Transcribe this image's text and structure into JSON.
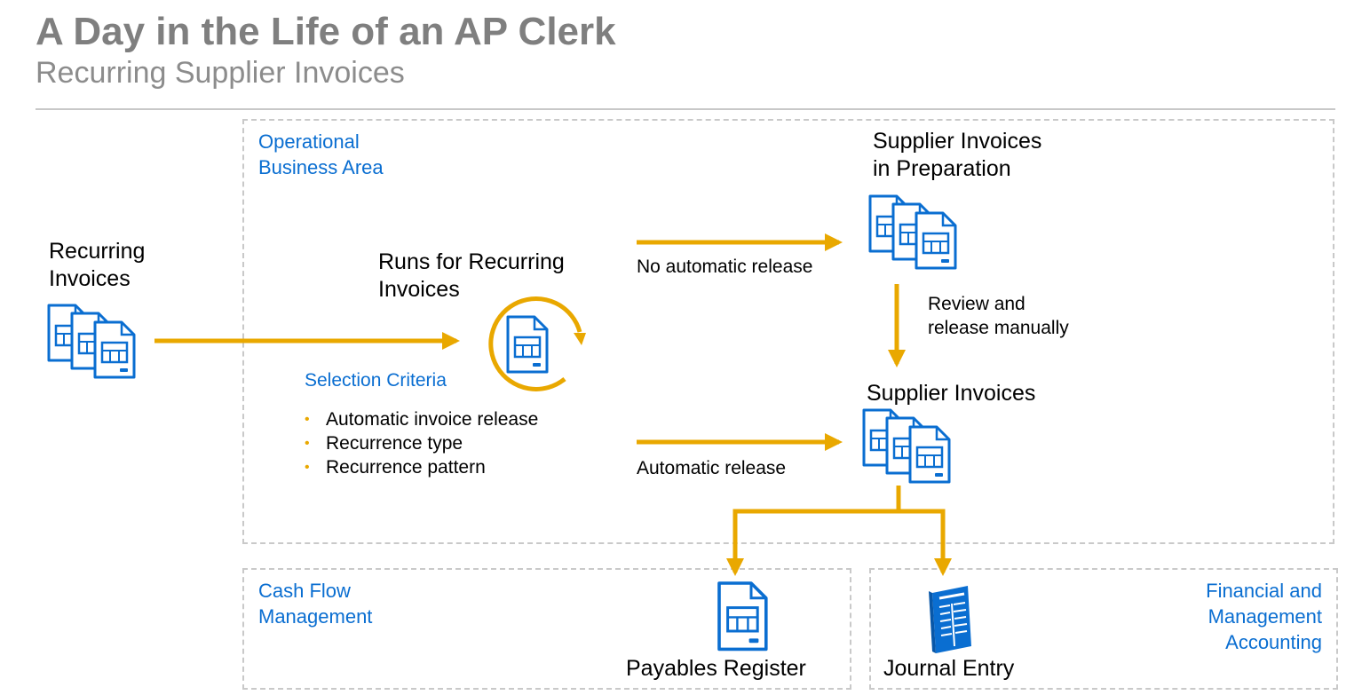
{
  "header": {
    "title": "A Day in the Life of an AP Clerk",
    "subtitle": "Recurring Supplier Invoices"
  },
  "zones": {
    "operational": "Operational\nBusiness Area",
    "cash_flow": "Cash Flow\nManagement",
    "financial": "Financial and\nManagement\nAccounting"
  },
  "nodes": {
    "recurring_invoices": "Recurring\nInvoices",
    "runs": "Runs for Recurring\nInvoices",
    "in_preparation": "Supplier Invoices\nin Preparation",
    "supplier_invoices": "Supplier Invoices",
    "payables_register": "Payables Register",
    "journal_entry": "Journal Entry"
  },
  "selection": {
    "heading": "Selection Criteria",
    "items": [
      "Automatic invoice release",
      "Recurrence type",
      "Recurrence pattern"
    ]
  },
  "edges": {
    "no_auto_release": "No automatic release",
    "review_release": "Review and\nrelease manually",
    "auto_release": "Automatic release"
  },
  "colors": {
    "accent_arrow": "#e9a800",
    "icon_blue": "#0a6ed1",
    "zone_label": "#0a6ed1",
    "title_gray": "#7f7f7f"
  },
  "icons": {
    "recurring_invoices": "document-stack-icon",
    "runs": "document-cycle-icon",
    "in_preparation": "document-stack-icon",
    "supplier_invoices": "document-stack-icon",
    "payables_register": "document-icon",
    "journal_entry": "journal-icon"
  }
}
